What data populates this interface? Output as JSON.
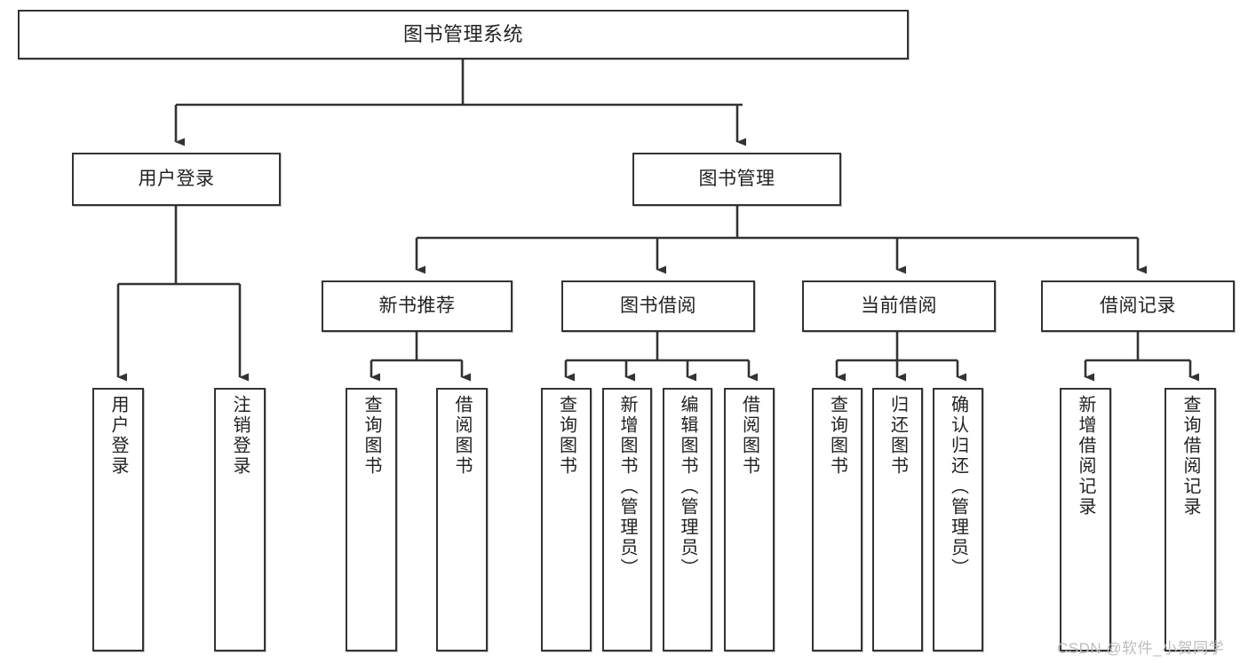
{
  "diagram": {
    "title": "图书管理系统",
    "type": "tree-hierarchy-diagram",
    "colors": {
      "box_border": "#333333",
      "box_fill": "#ffffff",
      "connector": "#333333",
      "text": "#222222",
      "watermark": "#bdbdbd",
      "background": "#ffffff"
    },
    "root": {
      "label": "图书管理系统"
    },
    "level1": [
      {
        "label": "用户登录"
      },
      {
        "label": "图书管理"
      }
    ],
    "level2": [
      {
        "label": "新书推荐"
      },
      {
        "label": "图书借阅"
      },
      {
        "label": "当前借阅"
      },
      {
        "label": "借阅记录"
      }
    ],
    "leaves": {
      "user_login": [
        {
          "label": "用户登录"
        },
        {
          "label": "注销登录"
        }
      ],
      "new_book_recommend": [
        {
          "label": "查询图书"
        },
        {
          "label": "借阅图书"
        }
      ],
      "book_borrow": [
        {
          "label": "查询图书"
        },
        {
          "label": "新增图书（管理员）"
        },
        {
          "label": "编辑图书（管理员）"
        },
        {
          "label": "借阅图书"
        }
      ],
      "current_borrow": [
        {
          "label": "查询图书"
        },
        {
          "label": "归还图书"
        },
        {
          "label": "确认归还（管理员）"
        }
      ],
      "borrow_record": [
        {
          "label": "新增借阅记录"
        },
        {
          "label": "查询借阅记录"
        }
      ]
    }
  },
  "watermark": {
    "text": "CSDN @软件_小贺同学"
  }
}
